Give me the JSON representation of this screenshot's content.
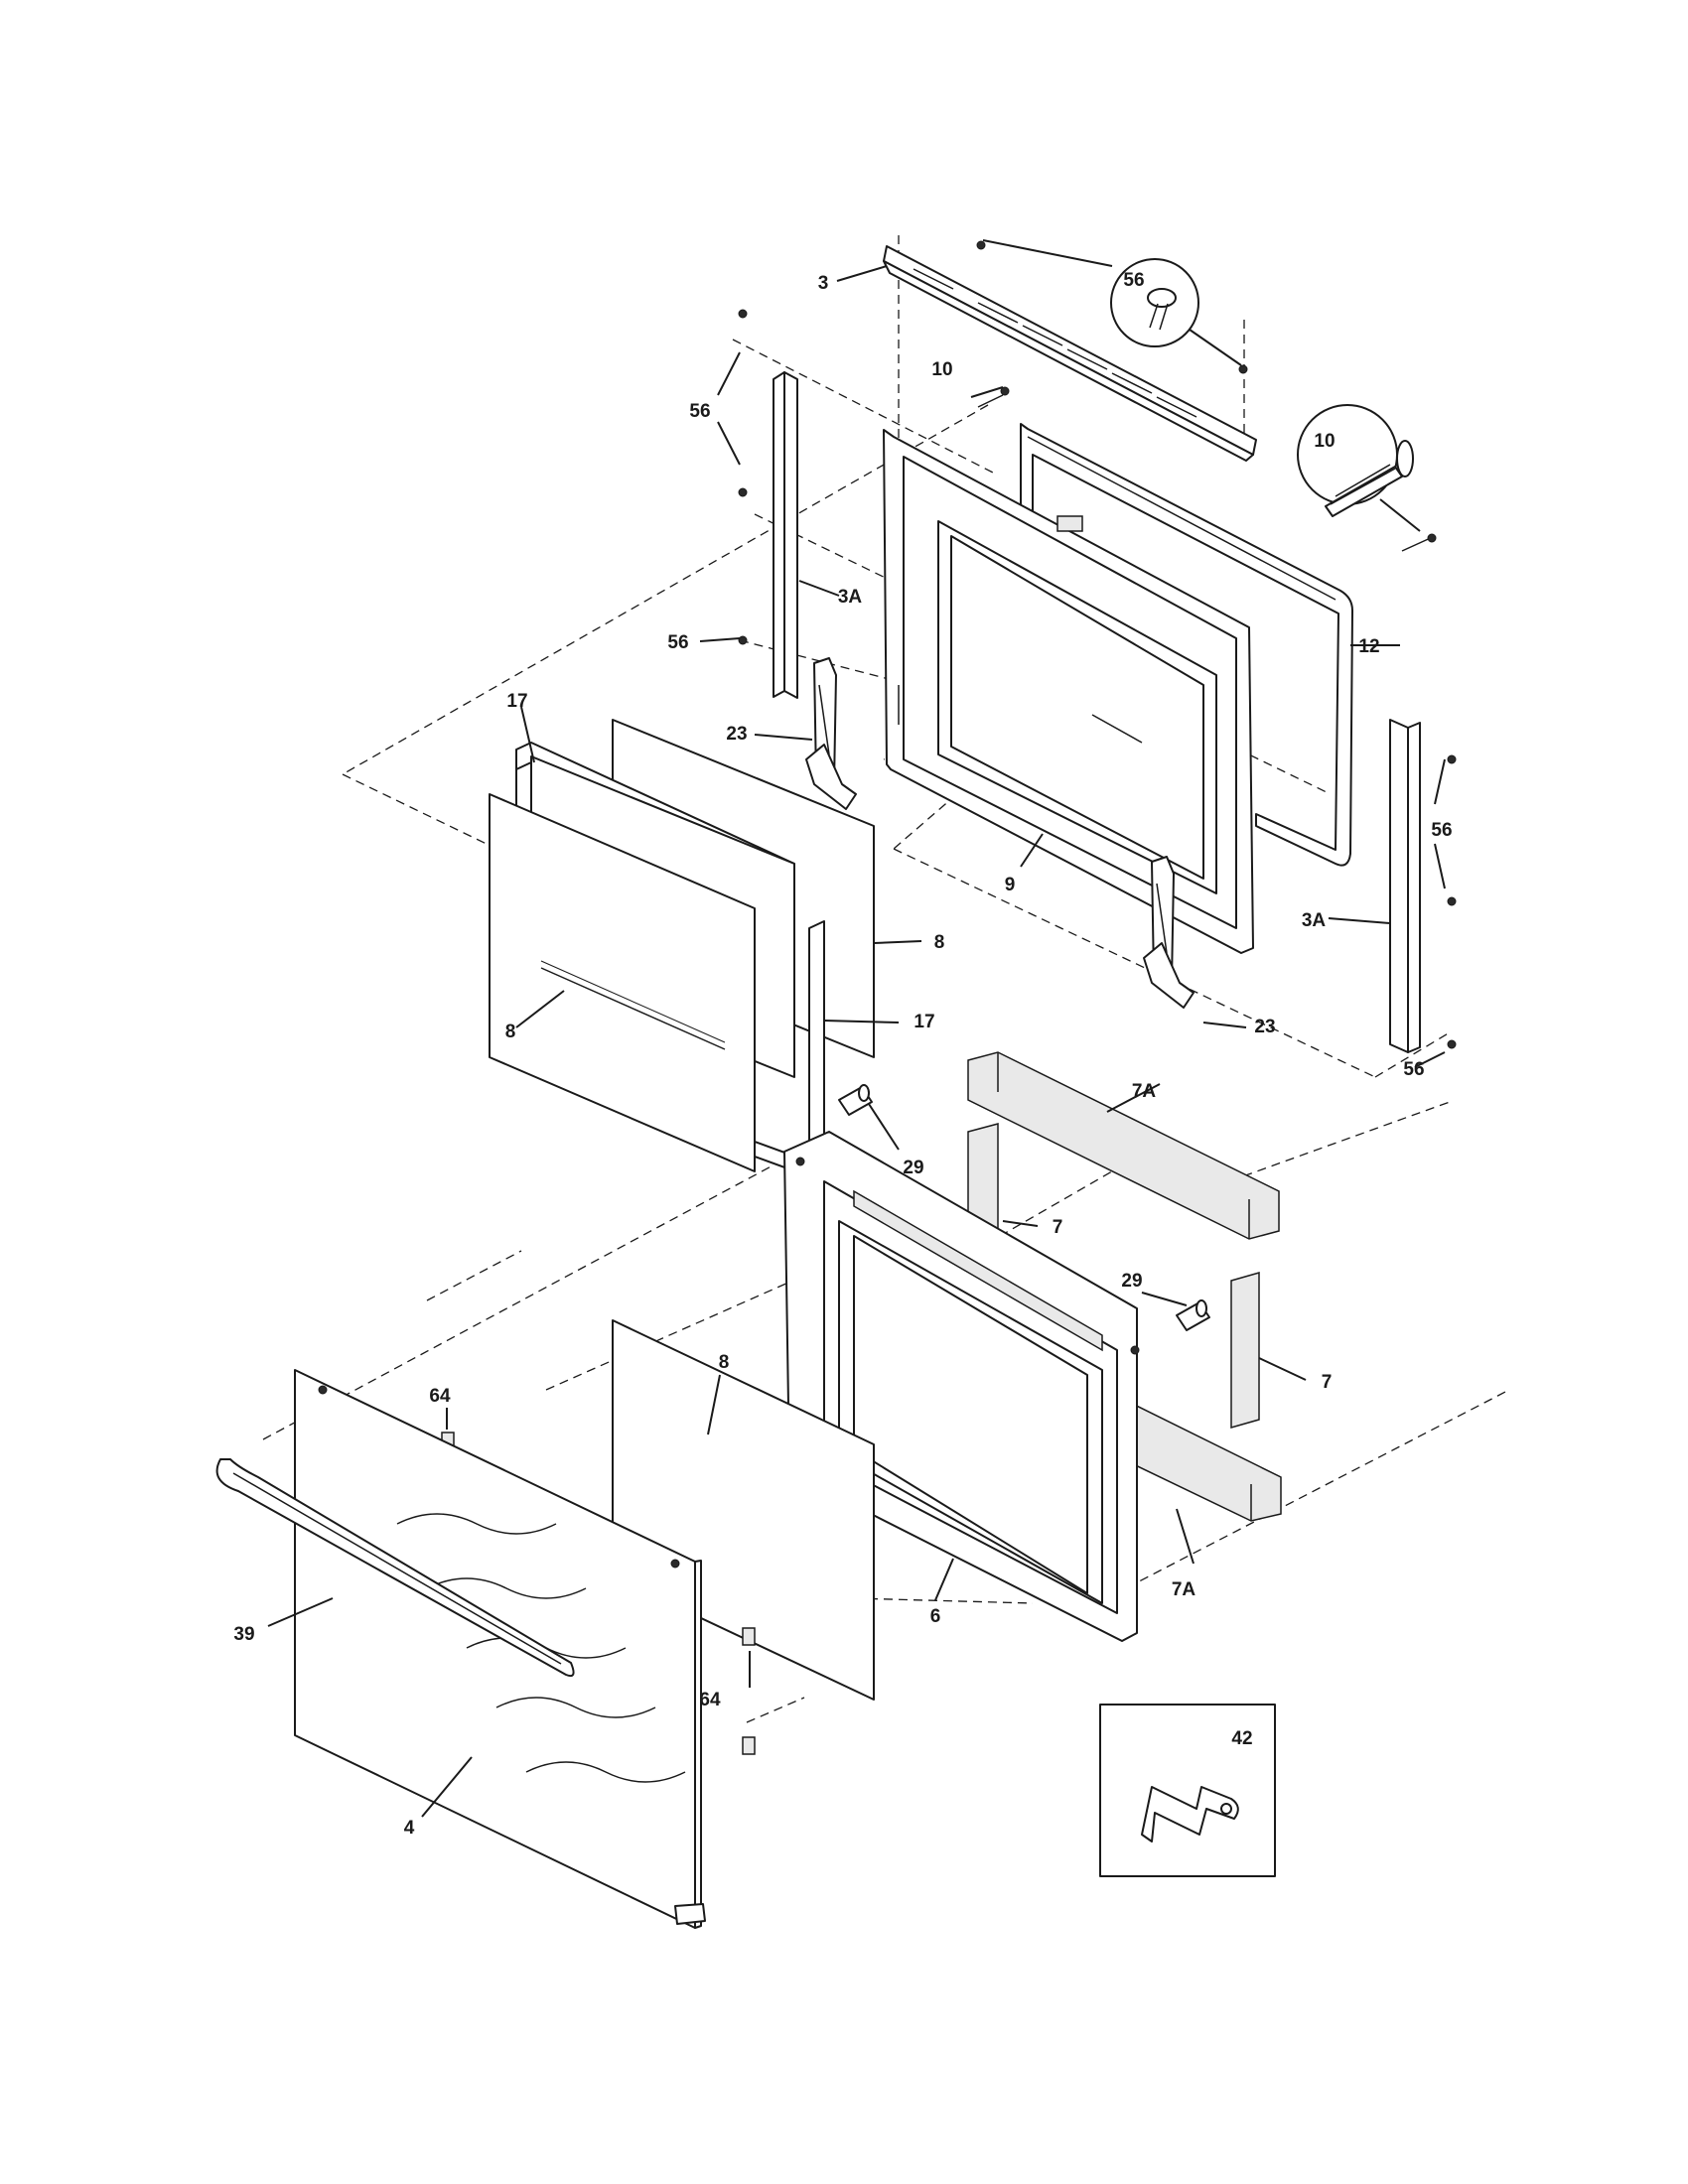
{
  "callouts": {
    "c3": "3",
    "c56_top": "56",
    "c10_a": "10",
    "c10_b": "10",
    "c56_left": "56",
    "c3a_left": "3A",
    "c56_mid": "56",
    "c12": "12",
    "c17_a": "17",
    "c23_a": "23",
    "c9": "9",
    "c8_a": "8",
    "c56_right": "56",
    "c3a_right": "3A",
    "c17_b": "17",
    "c23_b": "23",
    "c8_b": "8",
    "c56_bottom": "56",
    "c7a_top": "7A",
    "c29_a": "29",
    "c7_a": "7",
    "c29_b": "29",
    "c7_b": "7",
    "c64_a": "64",
    "c8_c": "8",
    "c7a_bottom": "7A",
    "c39": "39",
    "c6": "6",
    "c64_b": "64",
    "c42": "42",
    "c4": "4"
  }
}
